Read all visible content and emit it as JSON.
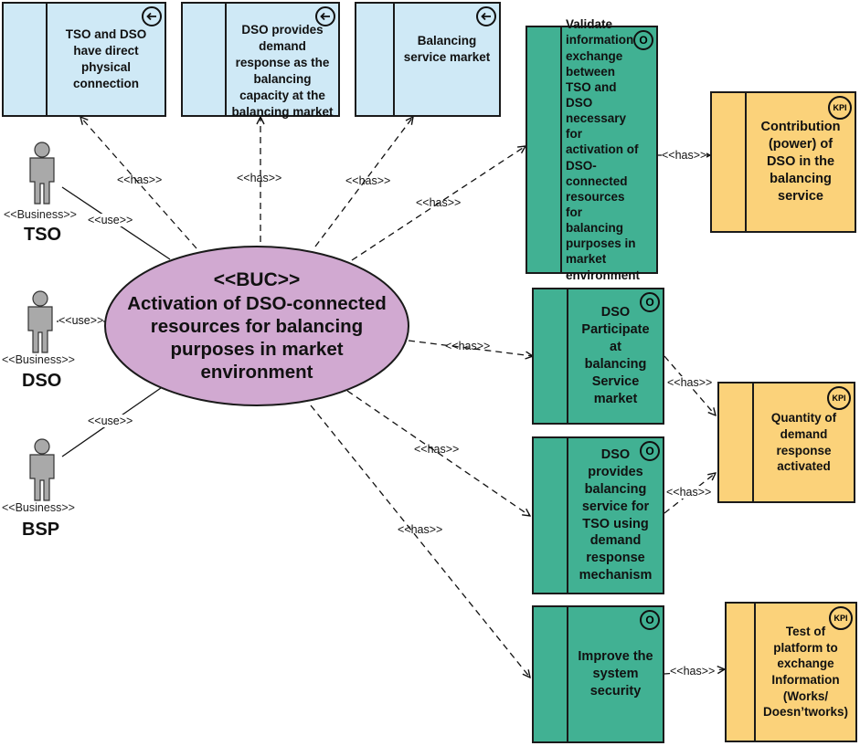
{
  "assumptions": [
    {
      "text": "TSO and DSO have direct physical connection"
    },
    {
      "text": "DSO provides demand response as the balancing capacity at the balancing market"
    },
    {
      "text": "Balancing service market"
    }
  ],
  "objectives": [
    {
      "badge": "O",
      "text": "Validate information exchange between TSO and DSO necessary for activation of DSO-connected resources for balancing purposes in market environment"
    },
    {
      "badge": "O",
      "text": "DSO Participate at balancing Service market"
    },
    {
      "badge": "O",
      "text": "DSO provides balancing service for TSO using demand response mechanism"
    },
    {
      "badge": "O",
      "text": "Improve the system security"
    }
  ],
  "kpis": [
    {
      "badge": "KPI",
      "text": "Contribution (power) of DSO in the balancing service"
    },
    {
      "badge": "KPI",
      "text": "Quantity of demand response activated"
    },
    {
      "badge": "KPI",
      "text": "Test of platform to exchange Information (Works/ Doesn’tworks)"
    }
  ],
  "buc": {
    "stereotype": "<<BUC>>",
    "title": "Activation of DSO-connected resources for balancing purposes in market environment"
  },
  "actors": [
    {
      "stereotype": "<<Business>>",
      "name": "TSO"
    },
    {
      "stereotype": "<<Business>>",
      "name": "DSO"
    },
    {
      "stereotype": "<<Business>>",
      "name": "BSP"
    }
  ],
  "relations": {
    "has": "<<has>>",
    "use": "<<use>>"
  },
  "colors": {
    "assumption": "#cfe9f6",
    "objective": "#41b193",
    "kpi": "#fbd27a",
    "buc": "#d1a9d1",
    "actor": "#a9a9a9"
  }
}
